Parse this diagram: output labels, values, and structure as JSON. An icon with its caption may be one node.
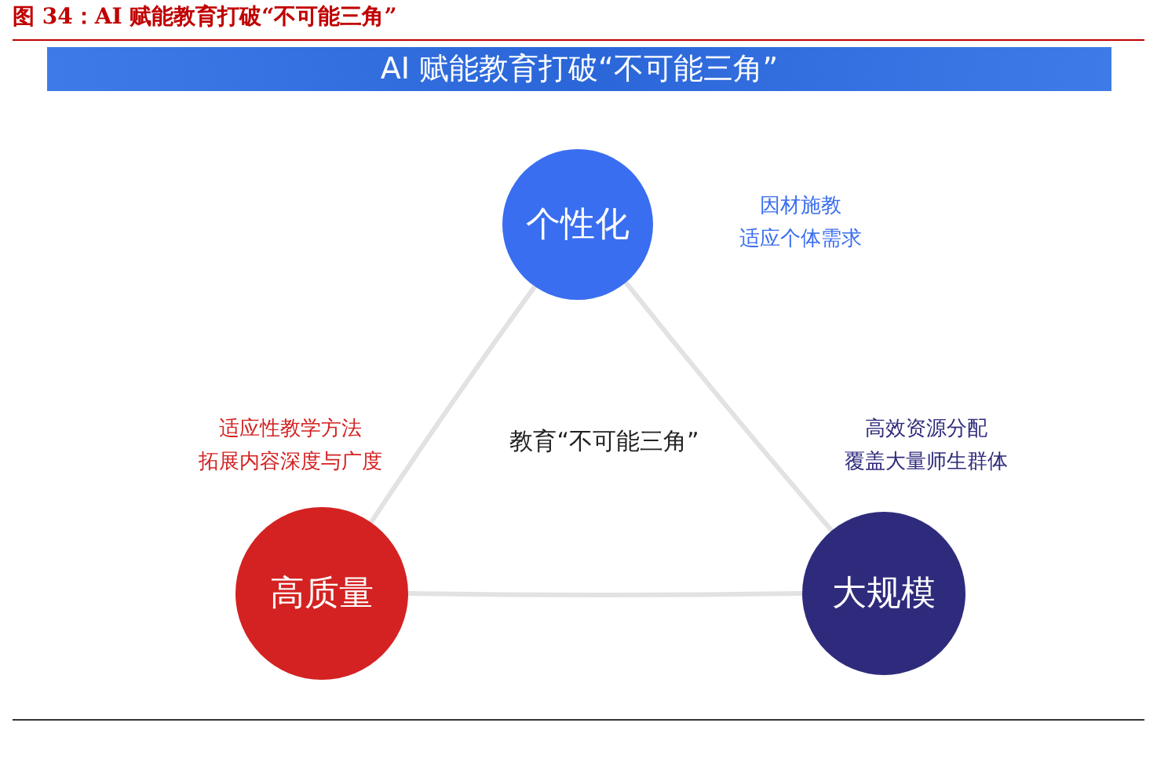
{
  "diagram": {
    "title": "图 34：AI 赋能教育打破“不可能三角”",
    "nodes": [
      {
        "text": [
          "个性化"
        ],
        "beside": [
          "因材施教",
          "适应个体需求"
        ]
      },
      {
        "text": [
          "高质量"
        ],
        "beside": [
          "适应性教学方法",
          "拓展内容深度与广度"
        ]
      },
      {
        "text": [
          "大规模"
        ],
        "beside": [
          "高效资源分配",
          "覆盖大量师生群体"
        ]
      }
    ],
    "edges": [
      {
        "from": 0,
        "to": 1,
        "arrow": "none"
      },
      {
        "from": 0,
        "to": 2,
        "arrow": "none"
      },
      {
        "from": 1,
        "to": 2,
        "arrow": "none"
      }
    ],
    "labels": [
      "AI 赋能教育打破“不可能三角”",
      "教育“不可能三角”"
    ]
  }
}
